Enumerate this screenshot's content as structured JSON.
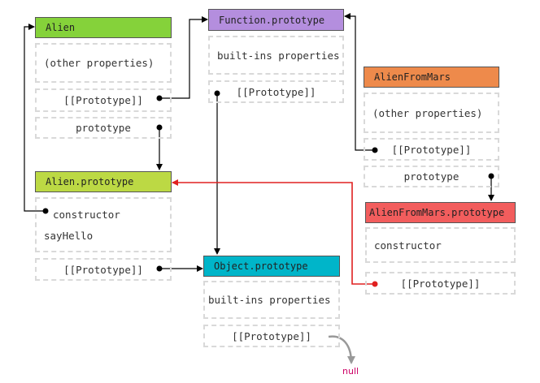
{
  "colors": {
    "alien": "#85d23a",
    "alien_proto": "#bcd944",
    "function_proto": "#b48ede",
    "alien_from_mars": "#ee8a4b",
    "alien_from_mars_proto": "#f25d5d",
    "object_proto": "#00b5c9",
    "arrow": "#000000",
    "arrow_highlight": "#e02020",
    "null_arrow": "#999999",
    "null_text": "#cc0066"
  },
  "alien": {
    "title": "Alien",
    "other": "(other properties)",
    "proto_link": "[[Prototype]]",
    "prototype": "prototype"
  },
  "alien_prototype": {
    "title": "Alien.prototype",
    "constructor": "constructor",
    "method": "sayHello",
    "proto_link": "[[Prototype]]"
  },
  "function_prototype": {
    "title": "Function.prototype",
    "builtins": "built-ins properties",
    "proto_link": "[[Prototype]]"
  },
  "object_prototype": {
    "title": "Object.prototype",
    "builtins": "built-ins properties",
    "proto_link": "[[Prototype]]"
  },
  "alien_from_mars": {
    "title": "AlienFromMars",
    "other": "(other properties)",
    "proto_link": "[[Prototype]]",
    "prototype": "prototype"
  },
  "alien_from_mars_prototype": {
    "title": "AlienFromMars.prototype",
    "constructor": "constructor",
    "proto_link": "[[Prototype]]"
  },
  "null_label": "null"
}
